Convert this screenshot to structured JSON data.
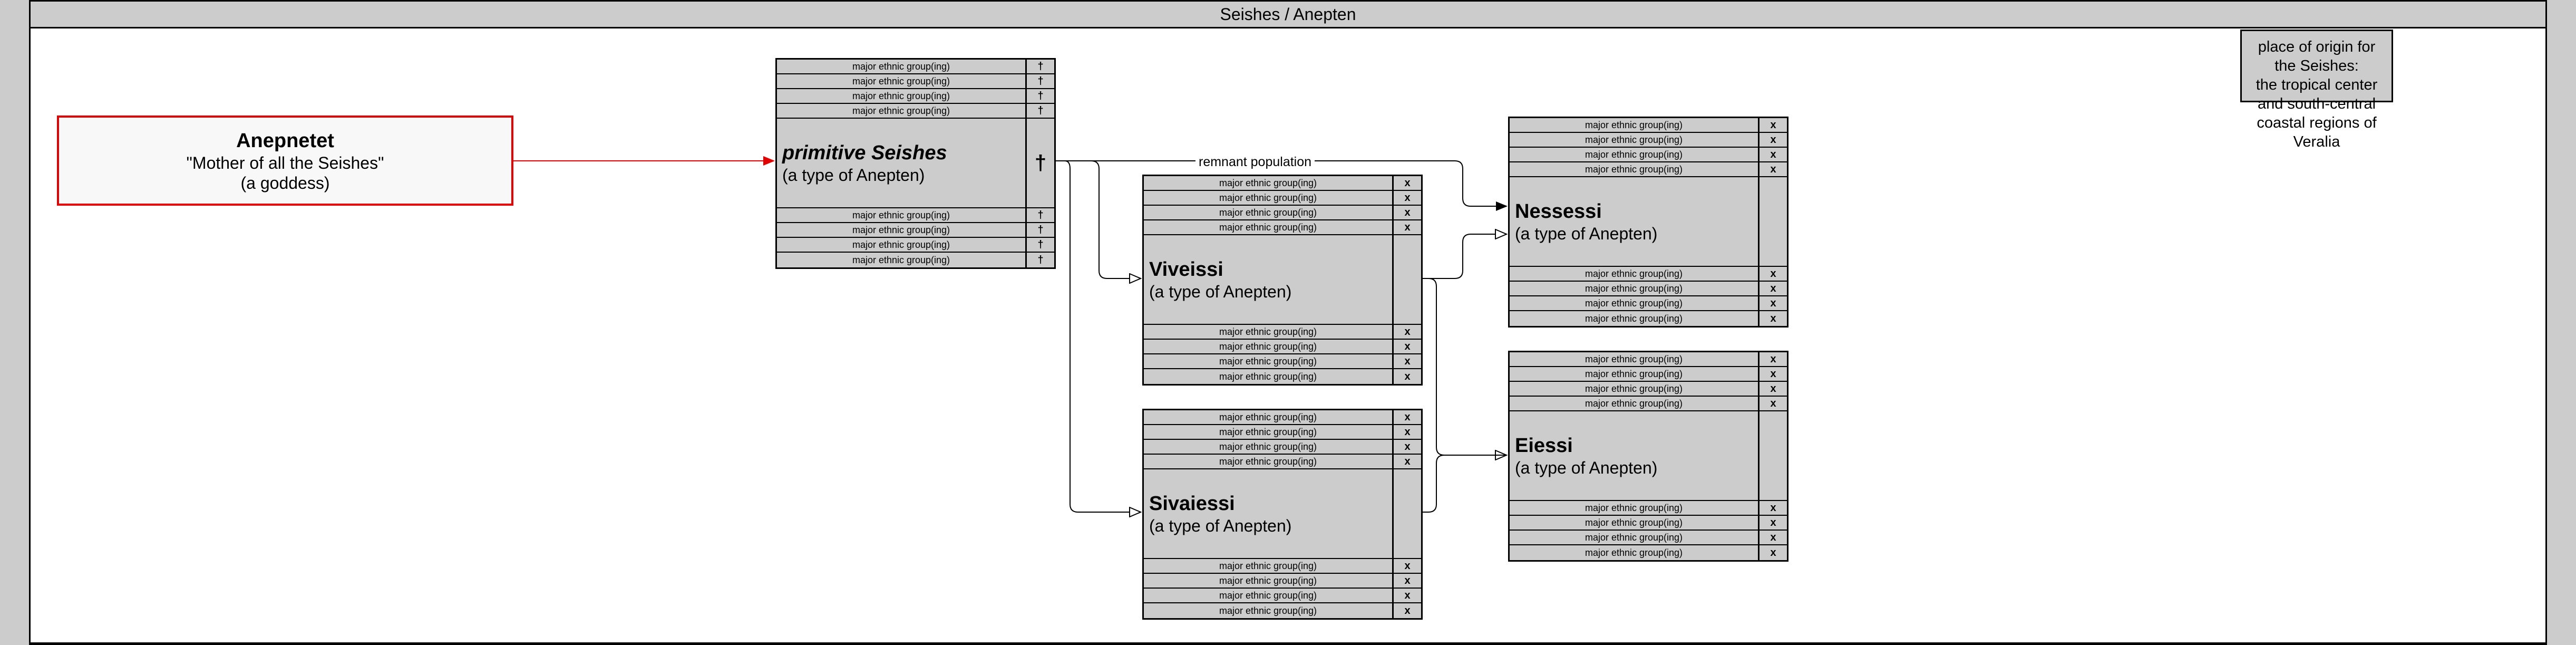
{
  "title": "Seishes / Anepten",
  "origin_note": {
    "lines": [
      "place of origin for the Seishes:",
      "the tropical center and south-central",
      "coastal regions of Veralia"
    ]
  },
  "goddess": {
    "name": "Anepnetet",
    "epithet": "\"Mother of all the Seishes\"",
    "kind": "(a goddess)"
  },
  "edge_label": "remnant population",
  "nodes": {
    "primitive": {
      "name": "primitive Seishes",
      "type": "(a type of Anepten)",
      "marker": "†",
      "sub_label": "major ethnic group(ing)",
      "sub_marker": "†"
    },
    "viveissi": {
      "name": "Viveissi",
      "type": "(a type of Anepten)",
      "marker": "",
      "sub_label": "major ethnic group(ing)",
      "sub_marker": "x"
    },
    "sivaiessi": {
      "name": "Sivaiessi",
      "type": "(a type of Anepten)",
      "marker": "",
      "sub_label": "major ethnic group(ing)",
      "sub_marker": "x"
    },
    "nessessi": {
      "name": "Nessessi",
      "type": "(a type of Anepten)",
      "marker": "",
      "sub_label": "major ethnic group(ing)",
      "sub_marker": "x"
    },
    "eiessi": {
      "name": "Eiessi",
      "type": "(a type of Anepten)",
      "marker": "",
      "sub_label": "major ethnic group(ing)",
      "sub_marker": "x"
    }
  },
  "colors": {
    "background": "#cccccc",
    "canvas": "#ffffff",
    "node_fill": "#cccccc",
    "goddess_border": "#e00000",
    "line": "#000000"
  }
}
